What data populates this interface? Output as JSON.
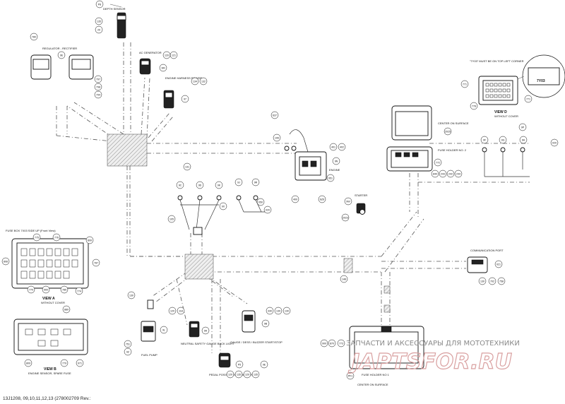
{
  "labels": {
    "depth_sensor": "DEPTH SENSOR",
    "regulator_rectifier": "REGULATOR - RECTIFIER",
    "ac_generator": "AC GENERATOR",
    "engine_harness_power": "ENGINE HARNESS POWER",
    "must_be_top_left": "\"7Y03\" MUST BE ON TOP LEFT CORNER",
    "view_d": "VIEW D",
    "without_cover_d": "WITHOUT COVER",
    "center_on_surface_top": "CENTER ON SURFACE",
    "fuse_holder_2": "FUSE HOLDER NO. 2",
    "engine": "ENGINE",
    "starter": "STARTER",
    "fuse_box_side": "FUSE BOX 7X03 SIDE UP (Front View)",
    "view_a": "VIEW A",
    "without_cover_a": "WITHOUT COVER",
    "view_b": "VIEW B",
    "engine_sensor_spare": "ENGINE SENSOR, SPARE FUSE",
    "communication_port": "COMMUNICATION PORT",
    "fuel_pump": "FUEL PUMP",
    "neutral_safety": "NEUTRAL SAFETY GAUGE BACK LIGHT",
    "gauge_start": "GAUGE / DESS / BUZZER START/STOP",
    "pedal_position_sensor": "PEDAL POSITION SENSOR (PPS)",
    "fuse_holder_1": "FUSE HOLDER NO 1",
    "center_on_surface_bottom": "CENTER ON SURFACE",
    "tag_7y03": "7Y03"
  },
  "callouts": [
    {
      "id": "c-p8",
      "text": "P8"
    },
    {
      "id": "c-135a",
      "text": "135"
    },
    {
      "id": "c-29a",
      "text": "29"
    },
    {
      "id": "c-780",
      "text": "780"
    },
    {
      "id": "c-9e",
      "text": "9E"
    },
    {
      "id": "c-797",
      "text": "797"
    },
    {
      "id": "c-798",
      "text": "798"
    },
    {
      "id": "c-794",
      "text": "794"
    },
    {
      "id": "c-120a",
      "text": "120"
    },
    {
      "id": "c-121a",
      "text": "121"
    },
    {
      "id": "c-9m",
      "text": "9M"
    },
    {
      "id": "c-134",
      "text": "134"
    },
    {
      "id": "c-132",
      "text": "132"
    },
    {
      "id": "c-97",
      "text": "97"
    },
    {
      "id": "c-771",
      "text": "771"
    },
    {
      "id": "c-771b",
      "text": "771"
    },
    {
      "id": "c-778",
      "text": "778"
    },
    {
      "id": "c-2025",
      "text": "2025"
    },
    {
      "id": "c-9f",
      "text": "9F"
    },
    {
      "id": "c-9g",
      "text": "9G"
    },
    {
      "id": "c-9h",
      "text": "9H"
    },
    {
      "id": "c-020",
      "text": "020"
    },
    {
      "id": "c-9p",
      "text": "9P"
    },
    {
      "id": "c-772",
      "text": "772"
    },
    {
      "id": "c-840",
      "text": "840"
    },
    {
      "id": "c-243",
      "text": "243"
    },
    {
      "id": "c-242",
      "text": "242"
    },
    {
      "id": "c-244",
      "text": "244"
    },
    {
      "id": "c-637",
      "text": "637"
    },
    {
      "id": "c-106",
      "text": "106"
    },
    {
      "id": "c-401",
      "text": "401"
    },
    {
      "id": "c-402",
      "text": "402"
    },
    {
      "id": "c-9n",
      "text": "9N"
    },
    {
      "id": "c-951",
      "text": "951"
    },
    {
      "id": "c-400",
      "text": "400"
    },
    {
      "id": "c-6z6",
      "text": "6Z6"
    },
    {
      "id": "c-131",
      "text": "131"
    },
    {
      "id": "c-9c",
      "text": "9C"
    },
    {
      "id": "c-9d",
      "text": "9D"
    },
    {
      "id": "c-9k",
      "text": "9K"
    },
    {
      "id": "c-9j",
      "text": "9J"
    },
    {
      "id": "c-9r",
      "text": "9R"
    },
    {
      "id": "c-050",
      "text": "050"
    },
    {
      "id": "c-9x",
      "text": "9X"
    },
    {
      "id": "c-105",
      "text": "105"
    },
    {
      "id": "c-020b",
      "text": "020"
    },
    {
      "id": "c-9w",
      "text": "9W"
    },
    {
      "id": "c-2023",
      "text": "2023"
    },
    {
      "id": "c-775",
      "text": "775"
    },
    {
      "id": "c-776",
      "text": "776"
    },
    {
      "id": "c-899",
      "text": "899"
    },
    {
      "id": "c-808",
      "text": "808"
    },
    {
      "id": "c-787",
      "text": "787"
    },
    {
      "id": "c-770",
      "text": "770"
    },
    {
      "id": "c-900",
      "text": "900"
    },
    {
      "id": "c-785",
      "text": "785"
    },
    {
      "id": "c-774",
      "text": "774"
    },
    {
      "id": "c-889",
      "text": "889"
    },
    {
      "id": "c-809",
      "text": "809"
    },
    {
      "id": "c-779",
      "text": "779"
    },
    {
      "id": "c-971",
      "text": "971"
    },
    {
      "id": "c-130",
      "text": "130"
    },
    {
      "id": "c-120b",
      "text": "120"
    },
    {
      "id": "c-118",
      "text": "118"
    },
    {
      "id": "c-9a",
      "text": "9A"
    },
    {
      "id": "c-9l",
      "text": "9L"
    },
    {
      "id": "c-751",
      "text": "751"
    },
    {
      "id": "c-9z",
      "text": "9Z"
    },
    {
      "id": "c-p5",
      "text": "P5"
    },
    {
      "id": "c-120c",
      "text": "120"
    },
    {
      "id": "c-135b",
      "text": "135"
    },
    {
      "id": "c-9b",
      "text": "9B"
    },
    {
      "id": "c-330",
      "text": "330"
    },
    {
      "id": "c-130b",
      "text": "130"
    },
    {
      "id": "c-130c",
      "text": "130"
    },
    {
      "id": "c-9e2",
      "text": "9E"
    },
    {
      "id": "c-120d",
      "text": "120"
    },
    {
      "id": "c-135c",
      "text": "135"
    },
    {
      "id": "c-148",
      "text": "148"
    },
    {
      "id": "c-021",
      "text": "021"
    },
    {
      "id": "c-130d",
      "text": "130"
    },
    {
      "id": "c-702",
      "text": "702"
    },
    {
      "id": "c-758",
      "text": "758"
    },
    {
      "id": "c-900b",
      "text": "900"
    },
    {
      "id": "c-870",
      "text": "870"
    },
    {
      "id": "c-773",
      "text": "773"
    },
    {
      "id": "c-pf1",
      "text": "PF1"
    }
  ],
  "watermark": {
    "top": "ЗАПЧАСТИ И АКСЕССУАРЫ ДЛЯ МОТОТЕХНИКИ",
    "big": "JAPTSFOR.RU"
  },
  "footer": "13J1208, 09,10,11,12,13 (278002709 Rev.:"
}
